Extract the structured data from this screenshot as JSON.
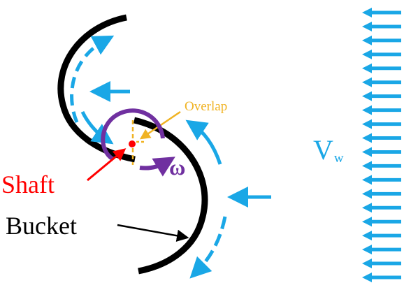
{
  "labels": {
    "overlap": "Overlap",
    "shaft": "Shaft",
    "bucket": "Bucket",
    "omega": "ω",
    "wind_velocity_main": "V",
    "wind_velocity_sub": "w"
  },
  "colors": {
    "bucket": "#000000",
    "flow_arrow": "#1aa7e6",
    "overlap": "#f0b323",
    "shaft": "#ff0000",
    "rotation": "#7030a0",
    "wind_text": "#1aa7e6"
  },
  "wind_arrows": {
    "count": 20
  }
}
